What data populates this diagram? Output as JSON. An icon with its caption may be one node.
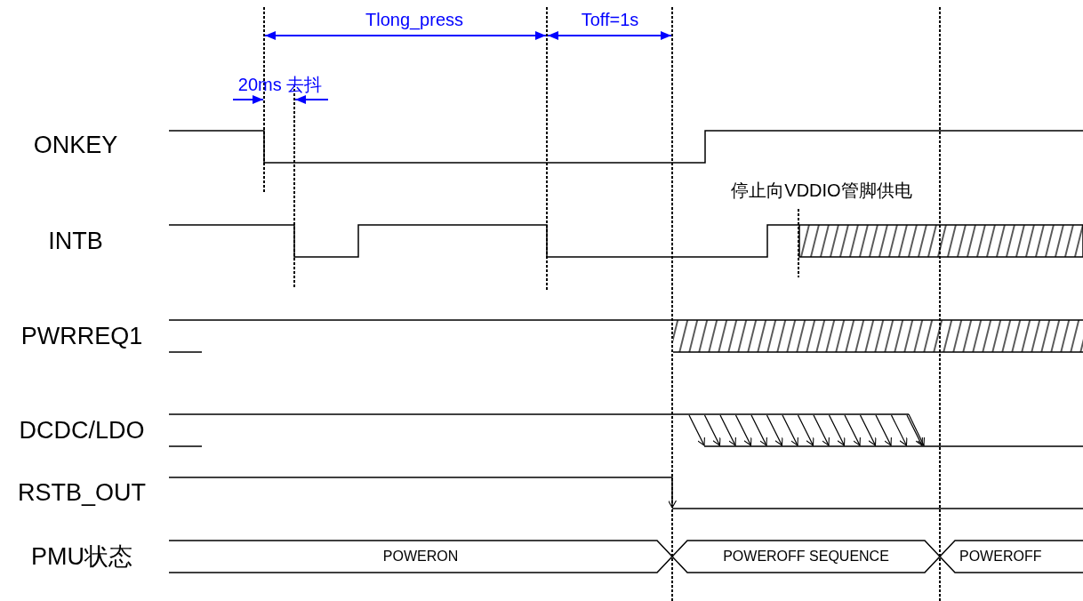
{
  "diagram": {
    "nodes": [
      {
        "text": [
          "POWERON"
        ]
      },
      {
        "text": [
          "POWEROFF SEQUENCE"
        ]
      },
      {
        "text": [
          "POWEROFF"
        ]
      }
    ],
    "labels": [
      "Tlong_press",
      "Toff=1s",
      "20ms 去抖",
      "ONKEY",
      "停止向VDDIO管脚供电",
      "INTB",
      "PWRREQ1",
      "DCDC/LDO",
      "RSTB_OUT",
      "PMU状态"
    ]
  }
}
